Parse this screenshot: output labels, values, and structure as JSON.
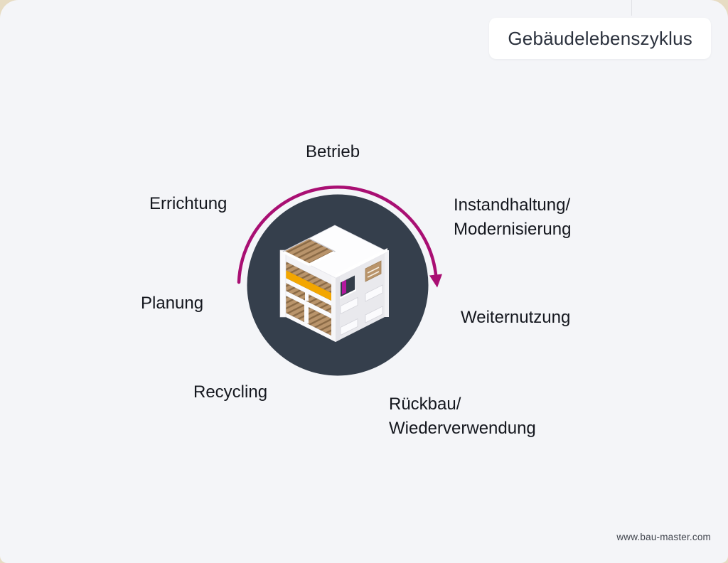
{
  "header": {
    "badge": "Gebäudelebenszyklus"
  },
  "diagram": {
    "title": "Gebäudelebenszyklus",
    "type": "cycle",
    "center_icon": "isometric-building-icon",
    "arrow_icon": "clockwise-cycle-arrow-icon",
    "stages": [
      {
        "id": "betrieb",
        "label_lines": [
          "Betrieb"
        ]
      },
      {
        "id": "instandhaltung-modernisierung",
        "label_lines": [
          "Instandhaltung/",
          "Modernisierung"
        ]
      },
      {
        "id": "weiternutzung",
        "label_lines": [
          "Weiternutzung"
        ]
      },
      {
        "id": "rueckbau-wiederverwendung",
        "label_lines": [
          "Rückbau/",
          "Wiederverwendung"
        ]
      },
      {
        "id": "recycling",
        "label_lines": [
          "Recycling"
        ]
      },
      {
        "id": "planung",
        "label_lines": [
          "Planung"
        ]
      },
      {
        "id": "errichtung",
        "label_lines": [
          "Errichtung"
        ]
      }
    ],
    "colors": {
      "circle": "#353f4c",
      "arrow": "#a90f73",
      "accent_orange": "#f3a600",
      "accent_magenta": "#b3189e",
      "wood": "#b9946b"
    }
  },
  "footer": {
    "website": "www.bau-master.com"
  }
}
